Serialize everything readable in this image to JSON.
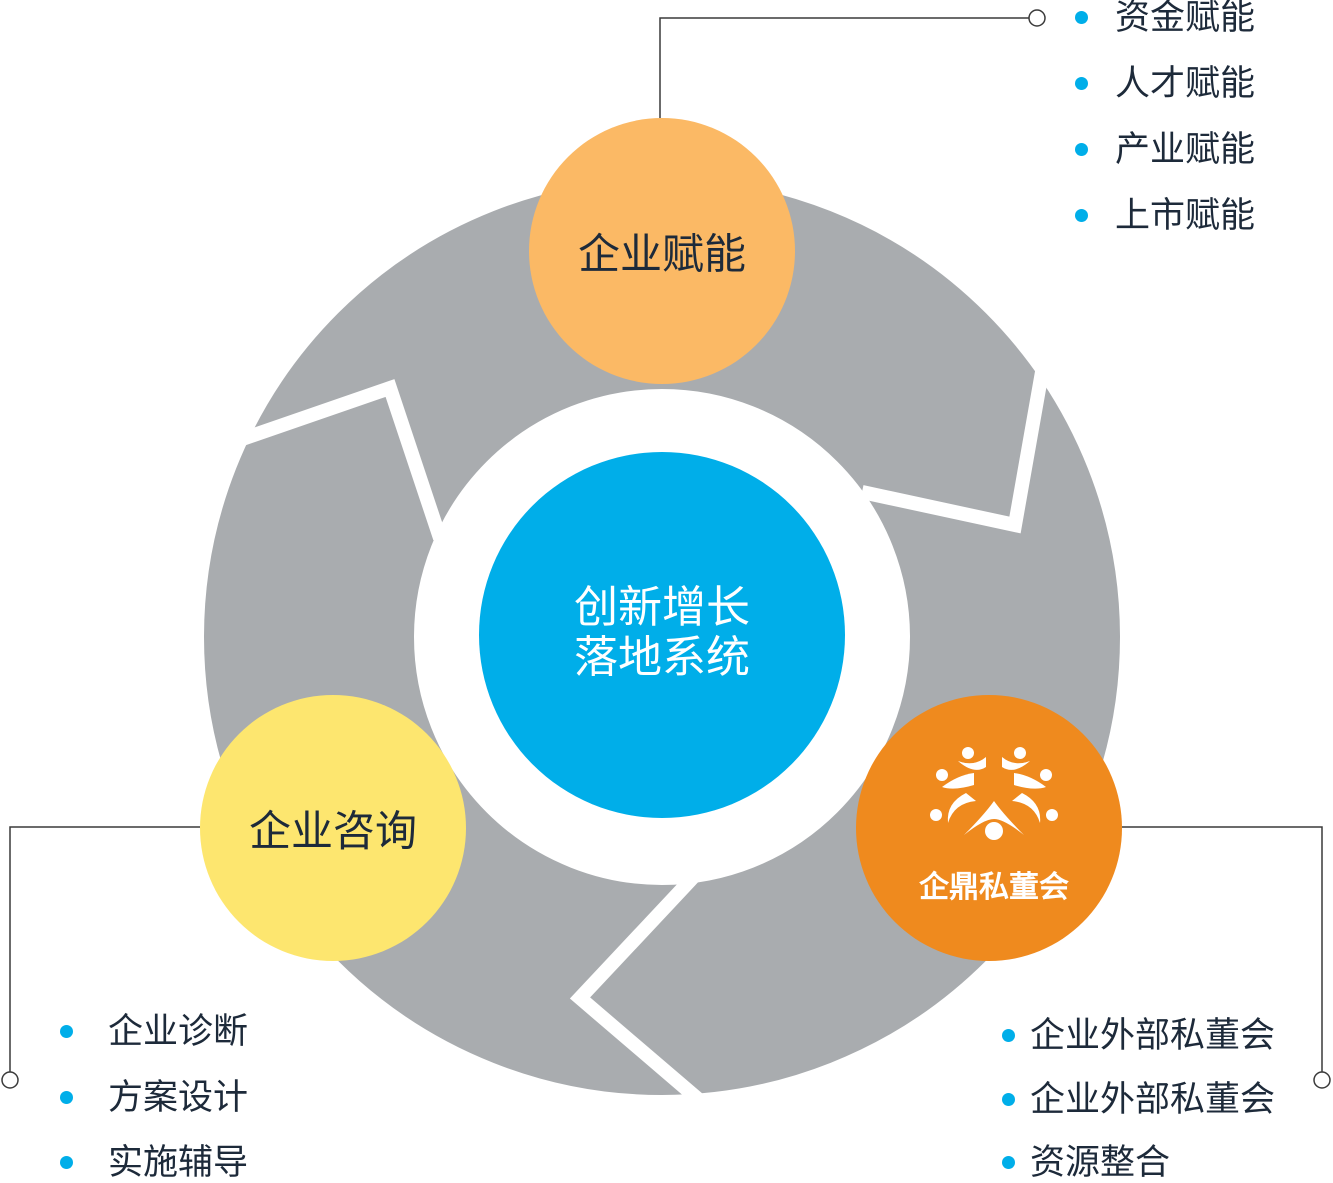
{
  "center": {
    "line1": "创新增长",
    "line2": "落地系统"
  },
  "nodes": {
    "top": {
      "title": "企业赋能",
      "items": [
        "资金赋能",
        "人才赋能",
        "产业赋能",
        "上市赋能"
      ]
    },
    "left": {
      "title": "企业咨询",
      "items": [
        "企业诊断",
        "方案设计",
        "实施辅导"
      ]
    },
    "right": {
      "logo_text": "企鼎私董会",
      "items": [
        "企业外部私董会",
        "企业外部私董会",
        "资源整合"
      ]
    }
  },
  "colors": {
    "ring": "#a9acaf",
    "center": "#00aee9",
    "top_node": "#fbb965",
    "left_node": "#fde66f",
    "right_node": "#ef8a1e",
    "bullet": "#00aee9",
    "connector": "#3a3a3a"
  }
}
